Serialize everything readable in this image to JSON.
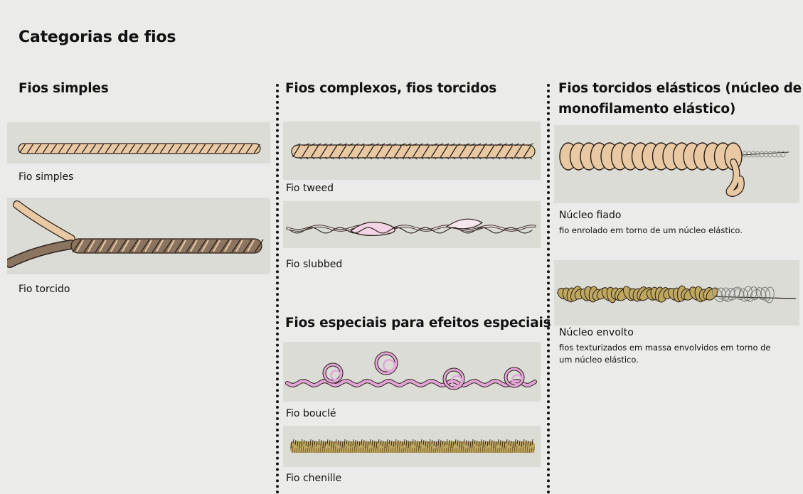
{
  "title": "Categorias de fios",
  "columns": [
    {
      "heading": "Fios simples",
      "items": [
        {
          "label": "Fio simples",
          "icon": "plain-twisted-yarn"
        },
        {
          "label": "Fio torcido",
          "icon": "plied-twisted-yarn"
        }
      ]
    },
    {
      "heading": "Fios complexos, fios torcidos",
      "items": [
        {
          "label": "Fio tweed",
          "icon": "tweed-yarn"
        },
        {
          "label": "Fio slubbed",
          "icon": "slubbed-yarn"
        }
      ],
      "subheading": "Fios especiais para efeitos especiais",
      "special_items": [
        {
          "label": "Fio bouclé",
          "icon": "boucle-yarn"
        },
        {
          "label": "Fio chenille",
          "icon": "chenille-yarn"
        }
      ]
    },
    {
      "heading_line1": "Fios torcidos elásticos (núcleo de",
      "heading_line2": "monofilamento elástico)",
      "items": [
        {
          "label": "Núcleo fiado",
          "desc_line1": "fio enrolado em torno de um núcleo elástico.",
          "icon": "core-spun-yarn"
        },
        {
          "label": "Núcleo envolto",
          "desc_line1": "fios texturizados em massa envolvidos em torno de",
          "desc_line2": "um núcleo elástico.",
          "icon": "core-wrapped-yarn"
        }
      ]
    }
  ],
  "colors": {
    "background": "#ebebe9",
    "band": "#dcdcd6",
    "beige_yarn": "#e8c9a4",
    "brown_yarn": "#8c7560",
    "pink_yarn": "#e3a6d8",
    "olive_yarn": "#bfa75f",
    "outline": "#2a1f18"
  }
}
